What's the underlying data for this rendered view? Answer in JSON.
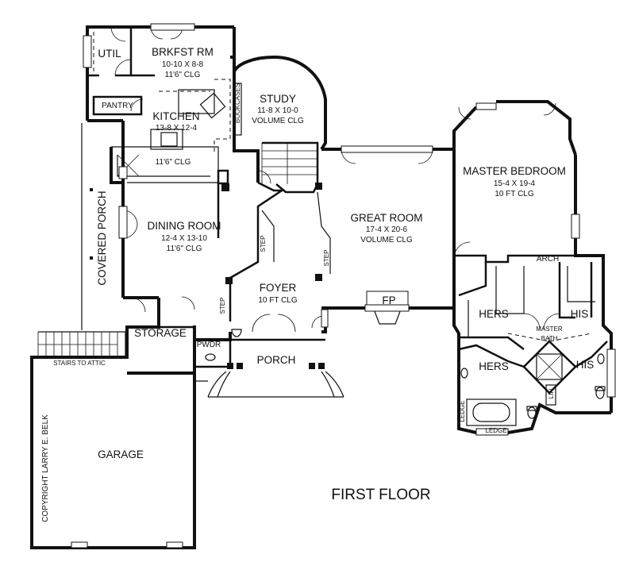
{
  "title": "FIRST FLOOR",
  "copyright": "COPYRIGHT LARRY E. BELK",
  "rooms": {
    "util": "UTIL",
    "brkfst_name": "BRKFST RM",
    "brkfst_dim": "10-10 X 8-8",
    "brkfst_clg": "11'6\" CLG",
    "pantry": "PANTRY",
    "kitchen_name": "KITCHEN",
    "kitchen_dim": "13-8 X 12-4",
    "kitchen_clg": "11'6\" CLG",
    "study_name": "STUDY",
    "study_dim": "11-8 X 10-0",
    "study_clg": "VOLUME CLG",
    "bookcases": "BOOKCASES",
    "dining_name": "DINING ROOM",
    "dining_dim": "12-4 X 13-10",
    "dining_clg": "11'6\" CLG",
    "covered_porch": "COVERED PORCH",
    "foyer_name": "FOYER",
    "foyer_clg": "10 FT CLG",
    "great_name": "GREAT ROOM",
    "great_dim": "17-4 X 20-6",
    "great_clg": "VOLUME CLG",
    "fp": "FP",
    "master_name": "MASTER BEDROOM",
    "master_dim": "15-4 X 19-4",
    "master_clg": "10 FT CLG",
    "arch": "ARCH",
    "hers_closet": "HERS",
    "his_closet": "HIS",
    "master_bath_1": "MASTER",
    "master_bath_2": "BATH",
    "hers_bath": "HERS",
    "his_bath": "HIS",
    "lin": "LIN",
    "ledge_side": "LEDGE",
    "ledge_bottom": "LEDGE",
    "storage": "STORAGE",
    "pwdr": "PWDR",
    "porch": "PORCH",
    "stairs_attic": "STAIRS TO ATTIC",
    "garage": "GARAGE",
    "step_dining": "STEP",
    "step_foyer": "STEP",
    "step_great": "STEP"
  }
}
